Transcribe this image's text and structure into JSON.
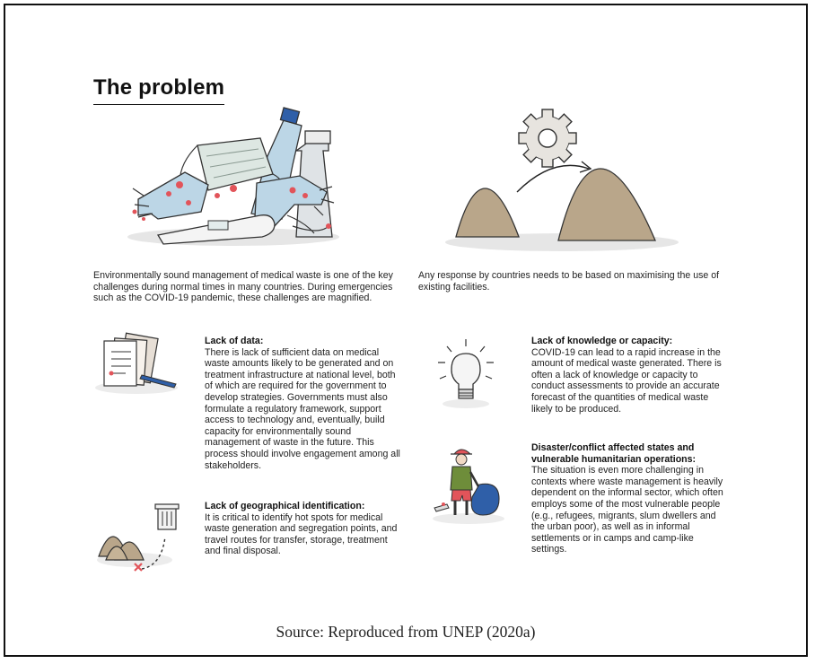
{
  "title": "The problem",
  "intro_left": "Environmentally sound management of medical waste is one of the key challenges during normal times in many countries. During emergencies such as the COVID-19 pandemic, these challenges are magnified.",
  "intro_right": "Any response by countries needs to be based on maximising the use of existing facilities.",
  "sections": [
    {
      "heading": "Lack of data:",
      "body": "There is lack of sufficient data on medical waste amounts likely to be generated and on treatment infrastructure at national level, both of which are required for the government to develop strategies. Governments must also formulate a regulatory framework, support access to technology and, eventually, build capacity for environmentally sound management of waste in the future. This process should involve engagement among all stakeholders."
    },
    {
      "heading": "Lack of geographical identification:",
      "body": "It is critical to identify hot spots for medical waste generation and segregation points, and travel routes for transfer, storage, treatment and final disposal."
    },
    {
      "heading": "Lack of knowledge or capacity:",
      "body": "COVID-19 can lead to a rapid increase in the amount of medical waste generated. There is often a lack of knowledge or capacity to conduct assessments to provide an accurate forecast of the quantities of medical waste likely to be produced."
    },
    {
      "heading": "Disaster/conflict affected states and vulnerable humanitarian operations:",
      "body": "The situation is even more challenging in contexts where waste management is heavily dependent on the informal sector, which often employs some of the most vulnerable people (e.g., refugees, migrants, slum dwellers and the urban poor), as well as in informal settlements or in camps and camp-like settings."
    }
  ],
  "icons": {
    "pile": "medical-waste-pile-illustration",
    "mounds": "waste-mounds-gear-illustration",
    "docs": "documents-pen-icon",
    "geo": "waste-hotspot-map-icon",
    "bulb": "lightbulb-icon",
    "worker": "waste-picker-icon"
  },
  "colors": {
    "mound": "#b9a68a",
    "accent_red": "#e2545a",
    "glove": "#bcd6e6",
    "bag": "#2f5fa8"
  },
  "source": "Source: Reproduced from UNEP (2020a)"
}
